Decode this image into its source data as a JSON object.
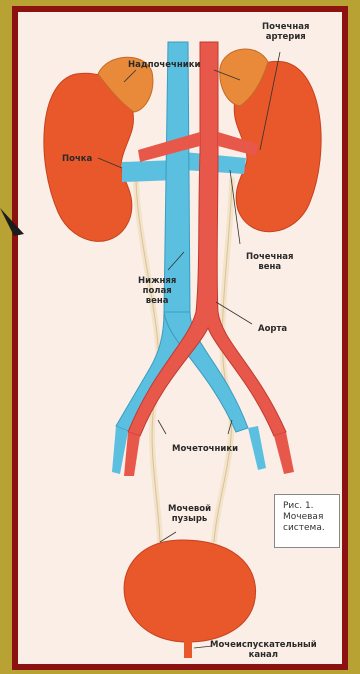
{
  "labels": {
    "adrenal": "Надпочечники",
    "renal_artery": "Почечная\nартерия",
    "kidney": "Почка",
    "renal_vein": "Почечная\nвена",
    "ivc": "Нижняя\nполая\nвена",
    "aorta": "Аорта",
    "ureters": "Мочеточники",
    "bladder": "Мочевой\nпузырь",
    "urethra": "Мочеиспускательный\nканал"
  },
  "caption": "Рис. 1.\nМочевая\nсистема.",
  "colors": {
    "background": "#b8a233",
    "frame": "#8c1210",
    "panel": "#fbeee6",
    "kidney": "#e8582a",
    "vein": "#5bbfe0",
    "artery": "#e8584a",
    "ureter": "#f3e3c8",
    "adrenal": "#e88a3a"
  }
}
